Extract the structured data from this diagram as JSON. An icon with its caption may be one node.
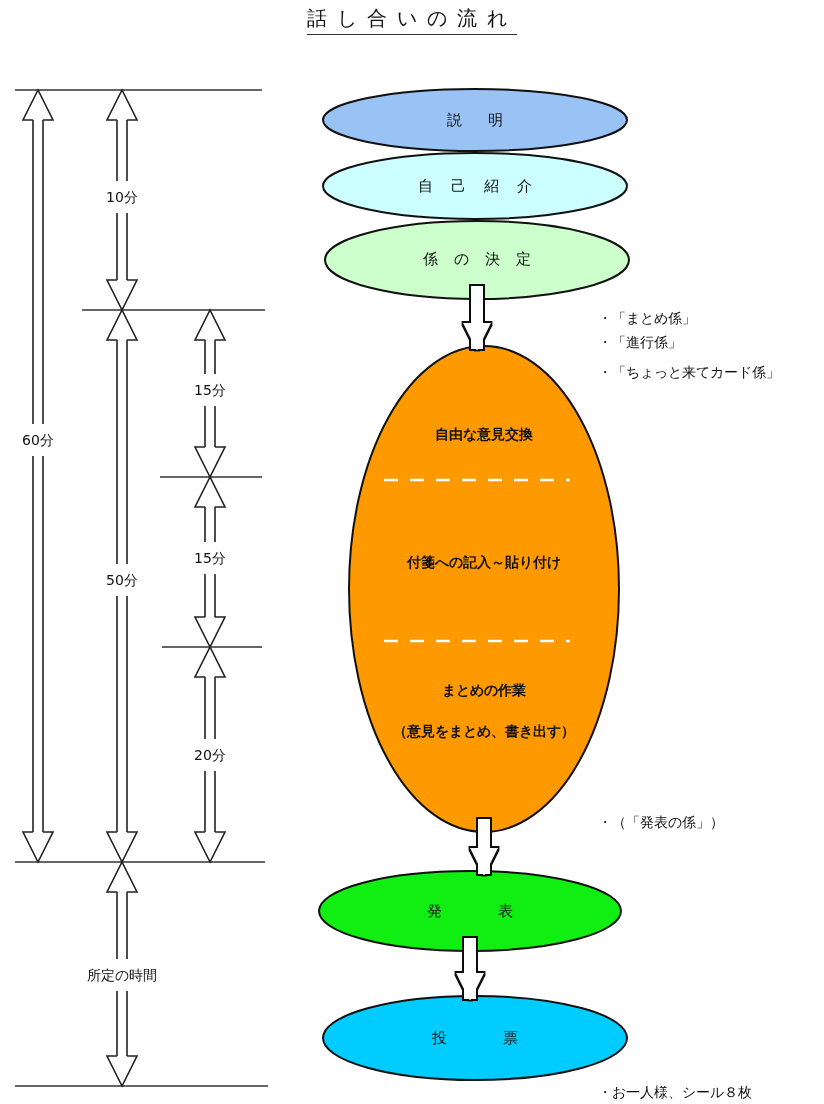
{
  "diagram": {
    "title": "話し合いの流れ",
    "nodes": [
      {
        "text": [
          "説明"
        ]
      },
      {
        "text": [
          "自己紹介"
        ]
      },
      {
        "text": [
          "係の決定"
        ]
      },
      {
        "text": [
          "自由な意見交換",
          "付箋への記入～貼り付け",
          "まとめの作業",
          "（意見をまとめ、書き出す）"
        ]
      },
      {
        "text": [
          "発表"
        ]
      },
      {
        "text": [
          "投票"
        ]
      }
    ],
    "edges": [
      {
        "from": 2,
        "to": 3,
        "arrow": "to"
      },
      {
        "from": 3,
        "to": 4,
        "arrow": "to"
      },
      {
        "from": 4,
        "to": 5,
        "arrow": "to"
      }
    ],
    "labels": [
      "10分",
      "・「まとめ係」",
      "・「進行係」",
      "・「ちょっと来てカード係」",
      "15分",
      "60分",
      "15分",
      "50分",
      "20分",
      "・（「発表の係」）",
      "所定の時間",
      "・お一人様、シール８枚"
    ]
  }
}
